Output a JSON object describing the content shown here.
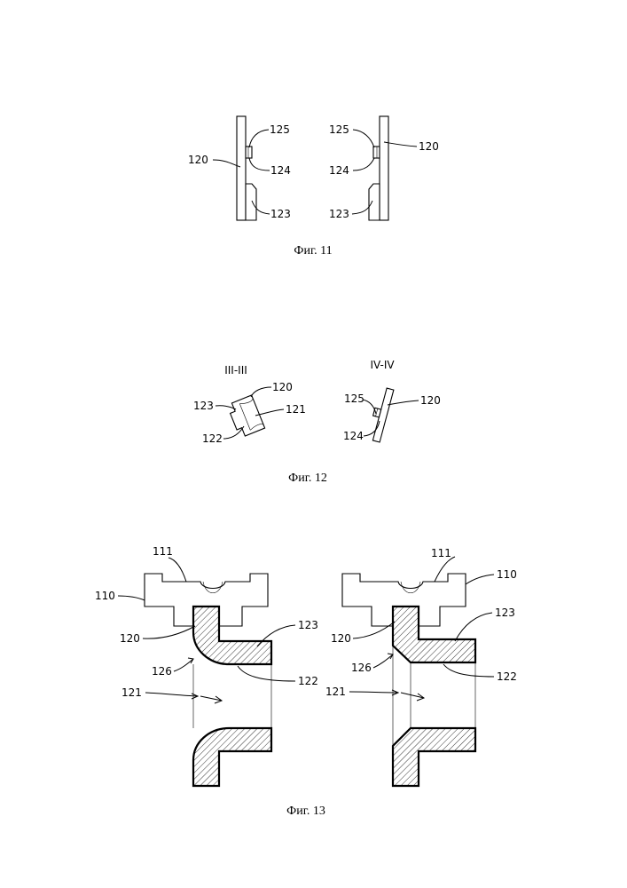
{
  "figures": [
    {
      "caption": "Фиг. 11",
      "labels": [
        "125",
        "120",
        "124",
        "123",
        "125",
        "120",
        "124",
        "123"
      ]
    },
    {
      "caption": "Фиг. 12",
      "section_titles": [
        "III-III",
        "IV-IV"
      ],
      "labels": [
        "120",
        "123",
        "121",
        "122",
        "125",
        "120",
        "124"
      ]
    },
    {
      "caption": "Фиг. 13",
      "labels": [
        "111",
        "110",
        "120",
        "123",
        "126",
        "122",
        "121",
        "111",
        "110",
        "123",
        "120",
        "126",
        "122",
        "121"
      ]
    }
  ]
}
